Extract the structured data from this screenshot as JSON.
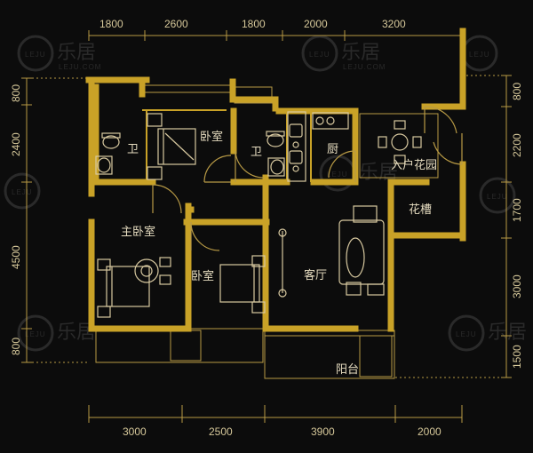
{
  "dimensions": {
    "top": [
      "1800",
      "2600",
      "1800",
      "2000",
      "3200"
    ],
    "bottom": [
      "3000",
      "2500",
      "3900",
      "2000"
    ],
    "left": [
      "800",
      "2400",
      "4500",
      "800"
    ],
    "right": [
      "800",
      "2200",
      "1700",
      "3000",
      "1500"
    ]
  },
  "rooms": {
    "bath1": "卫",
    "bedroom_top": "卧室",
    "bath2": "卫",
    "kitchen": "厨",
    "entry_garden": "入户花园",
    "planter": "花槽",
    "master_bedroom": "主卧室",
    "bedroom_mid": "卧室",
    "living_room": "客厅",
    "balcony": "阳台"
  },
  "watermark": {
    "logo_text": "LEJU",
    "brand": "乐居",
    "sub": "LEJU.COM"
  },
  "colors": {
    "wall": "#c9a227",
    "line": "#b89a45",
    "fixture": "#d8c9a0",
    "text": "#e6dcc0"
  }
}
